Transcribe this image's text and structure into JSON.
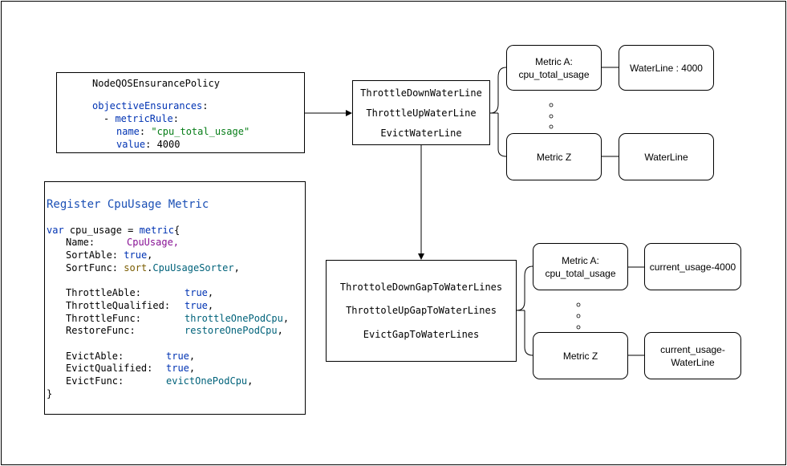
{
  "policy": {
    "title": "NodeQOSEnsurancePolicy",
    "key_objective": "objectiveEnsurances",
    "key_metric_rule": "metricRule",
    "key_name": "name",
    "name_value": "\"cpu_total_usage\"",
    "key_value": "value",
    "value_value": "4000"
  },
  "register": {
    "title": "Register CpuUsage Metric",
    "var_kw": "var",
    "var_name": "cpu_usage",
    "fn_name": "metric",
    "name_key": "Name:",
    "name_val": "CpuUsage",
    "sortable_key": "SortAble:",
    "sortable_val": "true",
    "sortfunc_key": "SortFunc:",
    "sortfunc_pkg": "sort",
    "sortfunc_val": "CpuUsageSorter",
    "throttleable_key": "ThrottleAble:",
    "throttleable_val": "true",
    "throttlequal_key": "ThrottleQualified:",
    "throttlequal_val": "true",
    "throttlefunc_key": "ThrottleFunc:",
    "throttlefunc_val": "throttleOnePodCpu",
    "restorefunc_key": "RestoreFunc:",
    "restorefunc_val": "restoreOnePodCpu",
    "evictable_key": "EvictAble:",
    "evictable_val": "true",
    "evictqual_key": "EvictQualified:",
    "evictqual_val": "true",
    "evictfunc_key": "EvictFunc:",
    "evictfunc_val": "evictOnePodCpu",
    "close": "}"
  },
  "waterlines": {
    "items": [
      "ThrottleDownWaterLine",
      "ThrottleUpWaterLine",
      "EvictWaterLine"
    ]
  },
  "gaps": {
    "items": [
      "ThrottoleDownGapToWaterLines",
      "ThrottoleUpGapToWaterLines",
      "EvictGapToWaterLines"
    ]
  },
  "top_metrics": {
    "metric_a": "Metric A:\ncpu_total_usage",
    "waterline_a": "WaterLine : 4000",
    "metric_z": "Metric Z",
    "waterline_z": "WaterLine"
  },
  "bottom_metrics": {
    "metric_a": "Metric A:\ncpu_total_usage",
    "gap_a": "current_usage-4000",
    "metric_z": "Metric Z",
    "gap_z": "current_usage-\nWaterLine"
  }
}
